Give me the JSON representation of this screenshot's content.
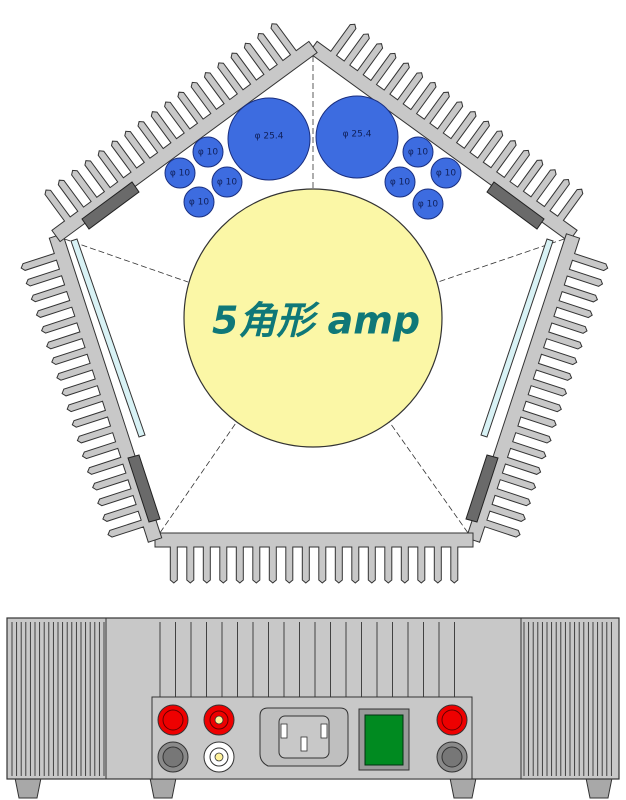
{
  "title": "5角形 amp",
  "capacitors": {
    "large_label": "φ 25.4",
    "small_label": "φ 10"
  },
  "colors": {
    "heatsink": "#c8c8c8",
    "outline": "#333333",
    "transformer": "#fbf7a6",
    "capacitor": "#3d6ce0",
    "transistor": "#6a6a6a",
    "pcb": "#d8f2f5",
    "terminal_red": "#ee0000",
    "terminal_gray": "#8a8a8a",
    "rca_center": "#fff29a",
    "power_switch": "#008a20",
    "title": "#0f7878"
  },
  "rear_panel": {
    "components": [
      "speaker-terminal-red",
      "rca-input",
      "iec-inlet",
      "power-switch",
      "speaker-terminal-black"
    ]
  }
}
